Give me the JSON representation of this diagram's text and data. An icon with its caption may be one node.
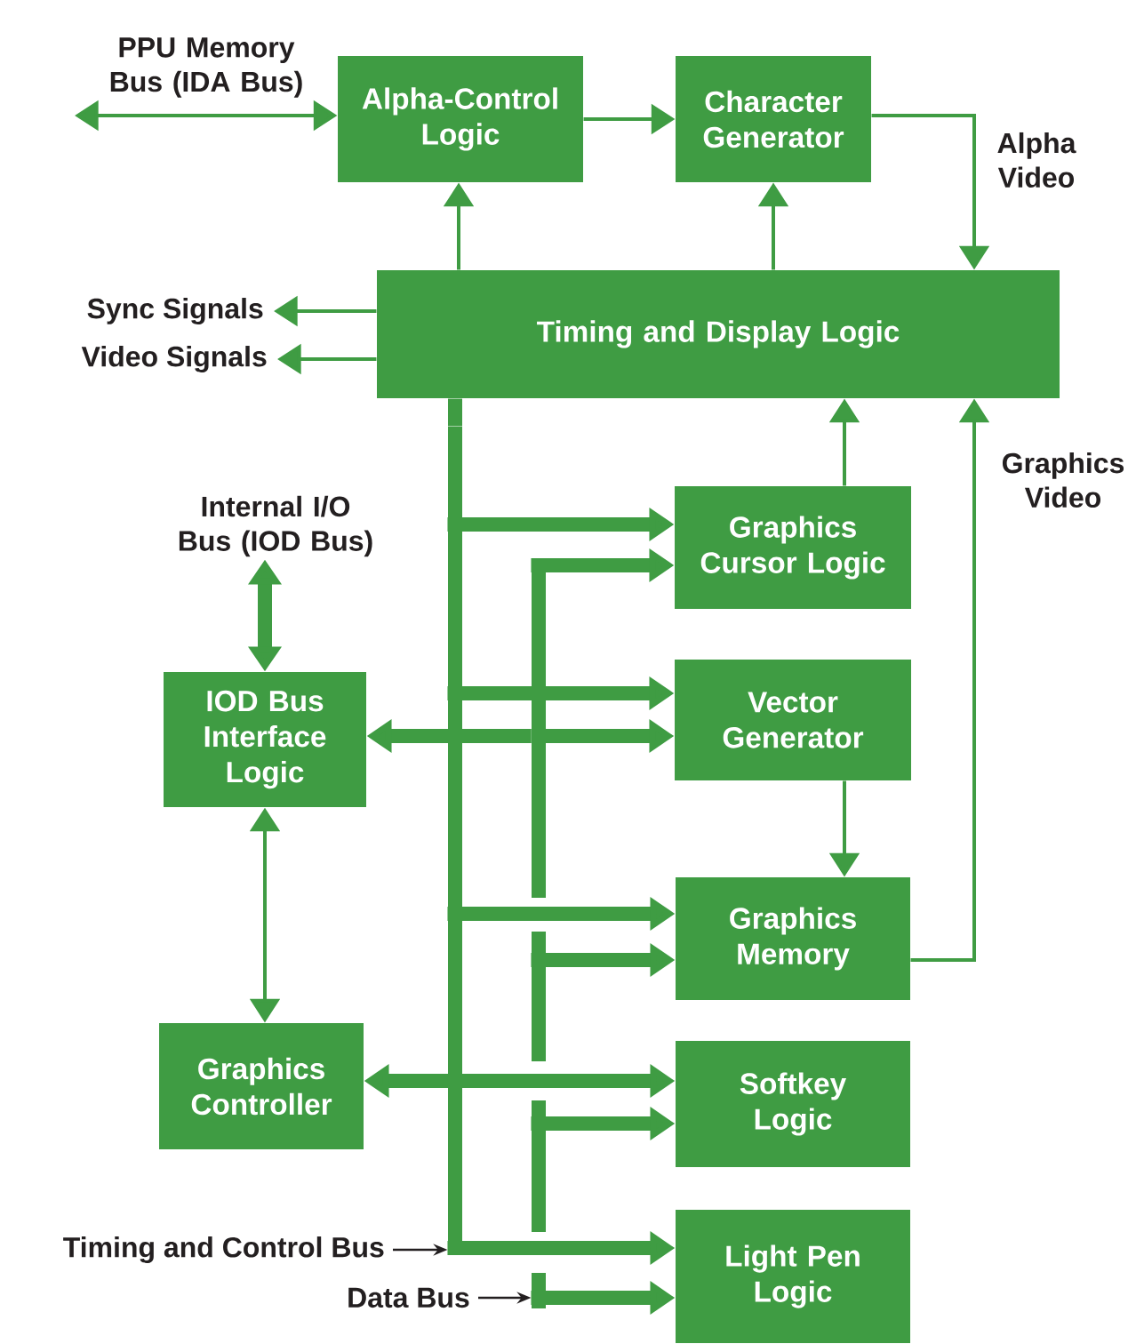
{
  "diagram": {
    "nodes": [
      {
        "text": [
          "Alpha-Control Logic"
        ]
      },
      {
        "text": [
          "Character Generator"
        ]
      },
      {
        "text": [
          "Timing and Display Logic"
        ]
      },
      {
        "text": [
          "Sync Signals"
        ]
      },
      {
        "text": [
          "Video Signals"
        ]
      },
      {
        "text": [
          "Internal I/O Bus (IOD Bus)"
        ]
      },
      {
        "text": [
          "Graphics Cursor Logic"
        ]
      },
      {
        "text": [
          "IOD Bus Interface Logic"
        ]
      },
      {
        "text": [
          "Vector Generator"
        ]
      },
      {
        "text": [
          "Graphics Memory"
        ]
      },
      {
        "text": [
          "Graphics Controller"
        ]
      },
      {
        "text": [
          "Softkey Logic"
        ]
      },
      {
        "text": [
          "Light Pen Logic"
        ]
      },
      {
        "text": [
          "Timing and Control Bus"
        ]
      },
      {
        "text": [
          "Data Bus"
        ]
      },
      {
        "text": [],
        "shape": "bar"
      },
      {
        "text": [],
        "shape": "bar"
      }
    ],
    "edges": [
      {
        "from": null,
        "to": 0,
        "arrow": "both",
        "label": "PPU Memory Bus (IDA Bus)"
      },
      {
        "from": 0,
        "to": 1,
        "arrow": "to"
      },
      {
        "from": 2,
        "to": 0,
        "arrow": "to"
      },
      {
        "from": 2,
        "to": 1,
        "arrow": "to"
      },
      {
        "from": 1,
        "to": 2,
        "arrow": "to",
        "label": "Alpha Video"
      },
      {
        "from": 2,
        "to": 3,
        "arrow": "to"
      },
      {
        "from": 2,
        "to": 4,
        "arrow": "to"
      },
      {
        "from": 6,
        "to": 2,
        "arrow": "to"
      },
      {
        "from": 9,
        "to": 2,
        "arrow": "to",
        "label": "Graphics Video"
      },
      {
        "from": 7,
        "to": 5,
        "arrow": "both",
        "style": "thick"
      },
      {
        "from": 7,
        "to": 10,
        "arrow": "both"
      },
      {
        "from": 8,
        "to": 9,
        "arrow": "to"
      },
      {
        "from": 2,
        "to": 15,
        "arrow": "none",
        "style": "thick"
      },
      {
        "from": 15,
        "to": 6,
        "arrow": "to",
        "style": "thick"
      },
      {
        "from": 16,
        "to": 6,
        "arrow": "to",
        "style": "thick"
      },
      {
        "from": 15,
        "to": 8,
        "arrow": "to",
        "style": "thick"
      },
      {
        "from": 16,
        "to": 8,
        "arrow": "to",
        "style": "thick"
      },
      {
        "from": 16,
        "to": 7,
        "arrow": "to",
        "style": "thick"
      },
      {
        "from": 15,
        "to": 9,
        "arrow": "to",
        "style": "thick"
      },
      {
        "from": 16,
        "to": 9,
        "arrow": "to",
        "style": "thick"
      },
      {
        "from": 10,
        "to": 11,
        "arrow": "both",
        "style": "thick"
      },
      {
        "from": 16,
        "to": 11,
        "arrow": "to",
        "style": "thick"
      },
      {
        "from": 15,
        "to": 12,
        "arrow": "to",
        "style": "thick"
      },
      {
        "from": 16,
        "to": 12,
        "arrow": "to",
        "style": "thick"
      },
      {
        "from": 13,
        "to": 15,
        "arrow": "to",
        "color": "#231f20"
      },
      {
        "from": 14,
        "to": 16,
        "arrow": "to",
        "color": "#231f20"
      }
    ]
  }
}
